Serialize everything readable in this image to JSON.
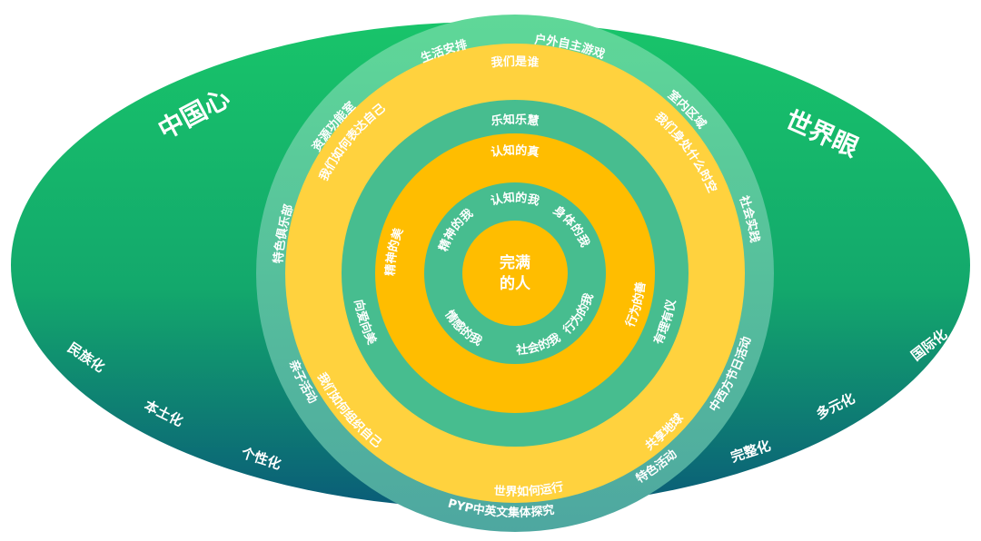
{
  "center": {
    "line1": "完满",
    "line2": "的人"
  },
  "ring_inner_labels": [
    "认知的我",
    "身体的我",
    "行为的我",
    "社会的我",
    "情感的我",
    "精神的我"
  ],
  "ring_orange_labels": [
    "认知的真",
    "精神的美",
    "行为的善"
  ],
  "ring_teal_labels": [
    "乐知乐慧",
    "向爱向美",
    "有理有仪"
  ],
  "ring_yellow_labels": [
    "我们是谁",
    "我们如何表达自己",
    "我们身处什么时空",
    "我们如何组织自己",
    "世界如何运行",
    "共享地球"
  ],
  "ring_outer_labels": [
    "生活安排",
    "户外自主游戏",
    "资源功能室",
    "室内区域",
    "特色俱乐部",
    "社会实践",
    "亲子活动",
    "中西方节日活动",
    "PYP中英文集体探究",
    "特色活动"
  ],
  "ellipse_left": {
    "heading": "中国心",
    "items": [
      "民族化",
      "本土化",
      "个性化"
    ]
  },
  "ellipse_right": {
    "heading": "世界眼",
    "items": [
      "国际化",
      "多元化",
      "完整化"
    ]
  },
  "colors": {
    "ellipse_top": "#18c46a",
    "ellipse_bottom": "#0a5c78",
    "outer_ring": "#5fcf9a",
    "yellow_ring": "#ffd23e",
    "teal_ring": "#47bd8f",
    "orange_ring": "#ffbd00",
    "inner_teal": "#47bd8f",
    "core": "#ffbd00"
  }
}
